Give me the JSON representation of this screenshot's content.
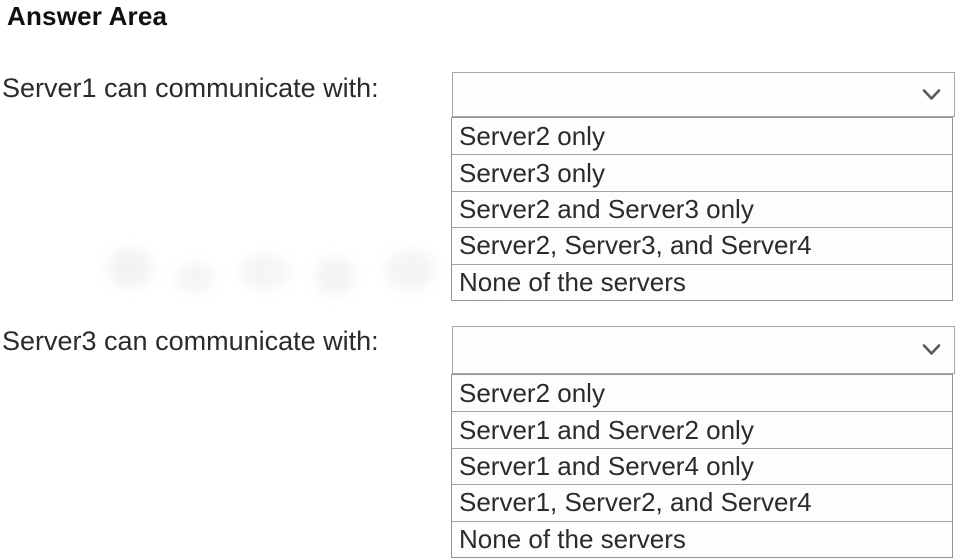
{
  "title": "Answer Area",
  "questions": [
    {
      "label": "Server1 can communicate with:",
      "selected_value": "",
      "options": [
        "Server2 only",
        "Server3 only",
        "Server2 and Server3 only",
        "Server2, Server3, and Server4",
        "None of the servers"
      ]
    },
    {
      "label": "Server3 can communicate with:",
      "selected_value": "",
      "options": [
        "Server2 only",
        "Server1 and Server2 only",
        "Server1 and Server4 only",
        "Server1, Server2, and Server4",
        "None of the servers"
      ]
    }
  ],
  "icons": {
    "dropdown_chevron": "chevron-down"
  },
  "colors": {
    "background": "#ffffff",
    "text": "#2b2b2b",
    "title_text": "#111111",
    "select_border": "#a6a6a6",
    "list_border": "#949494",
    "row_separator": "#a3a3a3",
    "chevron": "#5a5a5a"
  }
}
